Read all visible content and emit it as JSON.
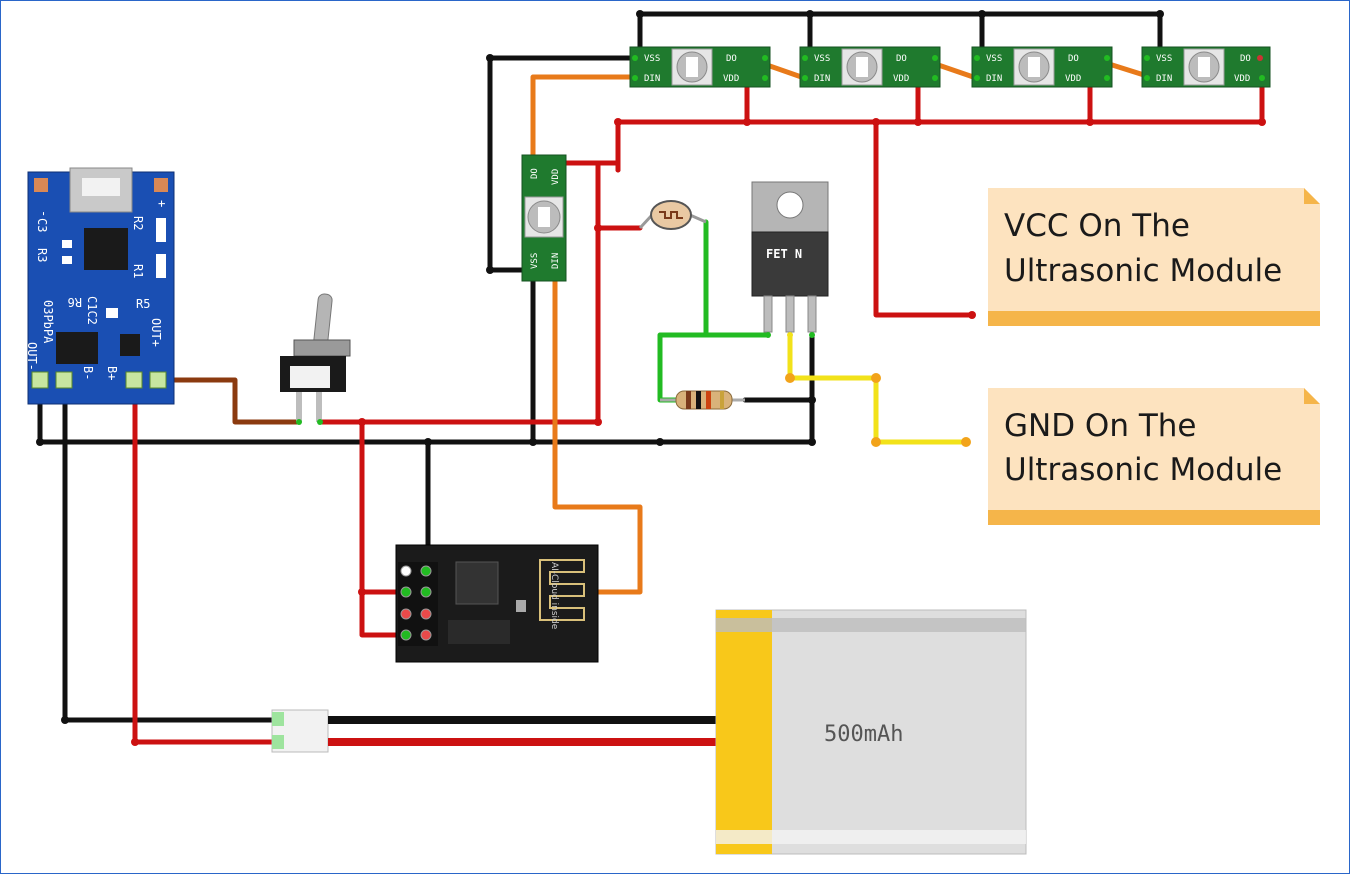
{
  "notes": {
    "vcc": {
      "line1": "VCC On The",
      "line2": "Ultrasonic Module"
    },
    "gnd": {
      "line1": "GND On The",
      "line2": "Ultrasonic Module"
    }
  },
  "led_strip": {
    "pins": {
      "vss": "VSS",
      "din": "DIN",
      "do": "DO",
      "vdd": "VDD"
    }
  },
  "charger": {
    "labels": {
      "minus": "-",
      "plus": "+",
      "c3": "C3",
      "r3": "R3",
      "r2": "R2",
      "r1": "R1",
      "r6": "R6",
      "c1c2": "C1C2",
      "r5": "R5",
      "prog": "03PbPA",
      "out_minus": "OUT-",
      "out_plus": "OUT+",
      "b_minus": "B-",
      "b_plus": "B+"
    }
  },
  "mosfet": {
    "label": "FET N"
  },
  "esp": {
    "label": "AI-Cloud inside"
  },
  "battery": {
    "label": "500mAh"
  },
  "colors": {
    "wire_red": "#cc1111",
    "wire_black": "#111111",
    "wire_orange": "#e87a1a",
    "wire_green": "#22bb22",
    "wire_yellow": "#f2e21a",
    "wire_brown": "#8b3a0f",
    "pcb_green": "#1f7a2e",
    "charger_blue": "#1a4fb3",
    "note_fill": "#fde3bf",
    "note_bar": "#f5b54a",
    "battery_yellow": "#f8c81a",
    "battery_grey": "#dedede"
  }
}
